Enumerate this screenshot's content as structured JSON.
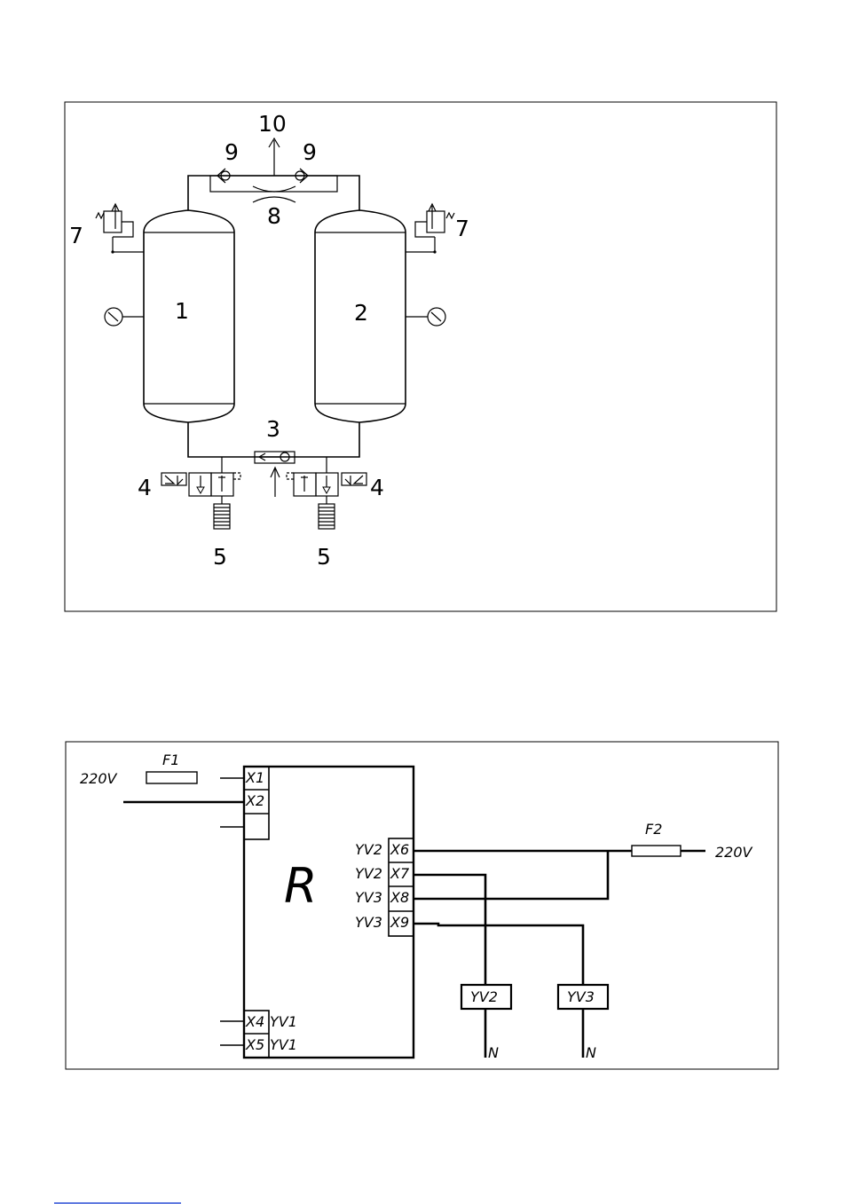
{
  "pneumatic_diagram": {
    "labels": {
      "tank_left": "1",
      "tank_right": "2",
      "check_valve_bottom": "3",
      "solenoid_valve_left": "4",
      "solenoid_valve_right": "4",
      "silencer_left": "5",
      "silencer_right": "5",
      "safety_valve_left": "7",
      "safety_valve_right": "7",
      "orifice": "8",
      "check_valve_top_left": "9",
      "check_valve_top_right": "9",
      "outlet": "10"
    }
  },
  "wiring_diagram": {
    "controller_label": "R",
    "fuse_1": "F1",
    "fuse_2": "F2",
    "supply_left": "220V",
    "supply_right": "220V",
    "terminals": {
      "x1": "X1",
      "x2": "X2",
      "x4": "X4",
      "x5": "X5",
      "x6": "X6",
      "x7": "X7",
      "x8": "X8",
      "x9": "X9"
    },
    "terminal_tags": {
      "x4": "YV1",
      "x5": "YV1",
      "x6": "YV2",
      "x7": "YV2",
      "x8": "YV3",
      "x9": "YV3"
    },
    "coil_1": "YV2",
    "coil_2": "YV3",
    "neutral_1": "N",
    "neutral_2": "N"
  }
}
